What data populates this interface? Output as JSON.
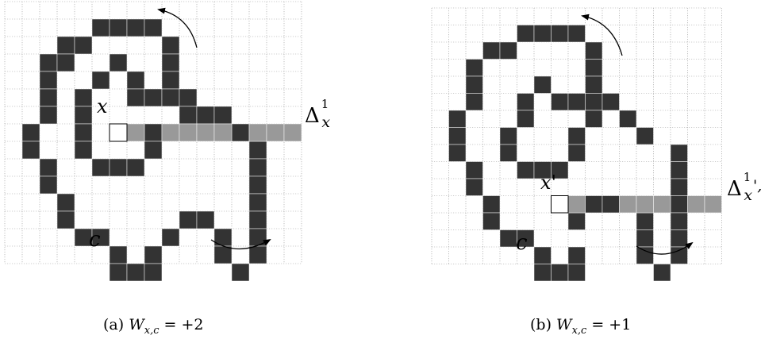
{
  "colors": {
    "path": "#333333",
    "ray": "#999999",
    "grid": "#999999",
    "background": "#ffffff"
  },
  "panels": [
    {
      "id": "a",
      "caption": {
        "prefix": "(a) ",
        "symbol": "W",
        "subscript": "x,c",
        "relation": " = +2"
      },
      "point_label": "x",
      "ray_label": {
        "symbol": "Δ",
        "superscript": "1",
        "subscript": "x"
      },
      "curve_label": "c",
      "arrows": [
        "counterclockwise-top-arrow",
        "counterclockwise-bottom-arrow"
      ]
    },
    {
      "id": "b",
      "caption": {
        "prefix": "(b) ",
        "symbol": "W",
        "subscript": "x,c",
        "relation": " = +1"
      },
      "point_label": "x'",
      "ray_label": {
        "symbol": "Δ",
        "superscript": "1",
        "subscript": "x",
        "trailing": "',"
      },
      "curve_label": "c",
      "arrows": [
        "counterclockwise-top-arrow",
        "counterclockwise-bottom-arrow"
      ]
    }
  ]
}
